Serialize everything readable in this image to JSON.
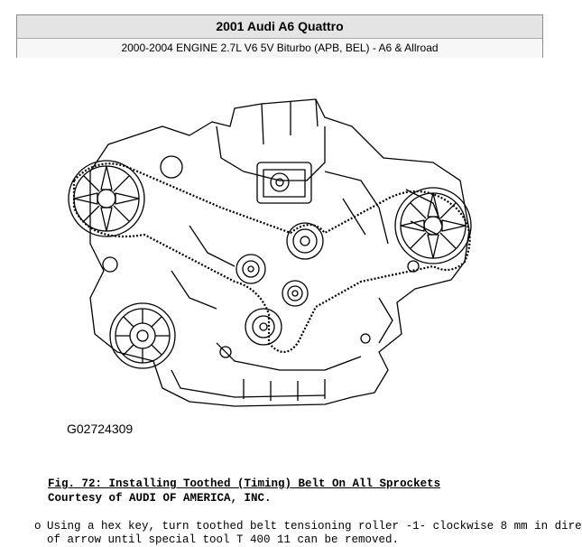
{
  "header": {
    "title": "2001 Audi A6 Quattro",
    "subtitle": "2000-2004 ENGINE 2.7L V6 5V Biturbo (APB, BEL) - A6 & Allroad"
  },
  "figure": {
    "code": "G02724309"
  },
  "caption": {
    "title": "Fig. 72: Installing Toothed (Timing) Belt On All Sprockets",
    "courtesy": "Courtesy of AUDI OF AMERICA, INC."
  },
  "instruction": {
    "bullet": "o",
    "line1": "Using a hex key, turn toothed belt tensioning roller -1- clockwise 8 mm in dire",
    "line2": "of arrow until special tool T 400 11 can be removed."
  }
}
